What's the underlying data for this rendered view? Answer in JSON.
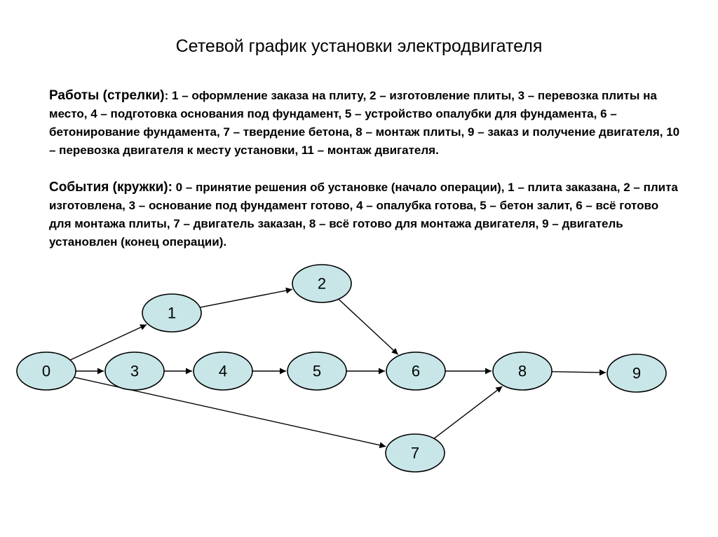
{
  "title": "Сетевой график установки электродвигателя",
  "works": {
    "label": "Работы (стрелки)",
    "text": ": 1 – оформление заказа на плиту, 2 – изготовление плиты, 3 – перевозка плиты на место, 4 – подготовка основания под фундамент, 5 – устройство опалубки для фундамента, 6 – бетонирование фундамента, 7 – твердение бетона, 8 – монтаж плиты, 9 – заказ  и получение двигателя, 10 – перевозка двигателя к месту установки, 11 – монтаж двигателя."
  },
  "events": {
    "label": "События (кружки):",
    "text": " 0 – принятие решения об установке (начало операции), 1 – плита заказана,  2 – плита изготовлена, 3 – основание под фундамент готово, 4 – опалубка готова, 5 – бетон залит, 6 – всё готово для монтажа плиты, 7 – двигатель заказан, 8 – всё готово для монтажа двигателя, 9 – двигатель установлен (конец операции)."
  },
  "diagram": {
    "node_color": "#c8e6e8",
    "nodes": [
      {
        "id": "0",
        "label": "0"
      },
      {
        "id": "1",
        "label": "1"
      },
      {
        "id": "2",
        "label": "2"
      },
      {
        "id": "3",
        "label": "3"
      },
      {
        "id": "4",
        "label": "4"
      },
      {
        "id": "5",
        "label": "5"
      },
      {
        "id": "6",
        "label": "6"
      },
      {
        "id": "7",
        "label": "7"
      },
      {
        "id": "8",
        "label": "8"
      },
      {
        "id": "9",
        "label": "9"
      }
    ],
    "edges": [
      {
        "from": "0",
        "to": "1"
      },
      {
        "from": "1",
        "to": "2"
      },
      {
        "from": "2",
        "to": "6"
      },
      {
        "from": "0",
        "to": "3"
      },
      {
        "from": "3",
        "to": "4"
      },
      {
        "from": "4",
        "to": "5"
      },
      {
        "from": "5",
        "to": "6"
      },
      {
        "from": "6",
        "to": "8"
      },
      {
        "from": "0",
        "to": "7"
      },
      {
        "from": "7",
        "to": "8"
      },
      {
        "from": "8",
        "to": "9"
      }
    ]
  }
}
